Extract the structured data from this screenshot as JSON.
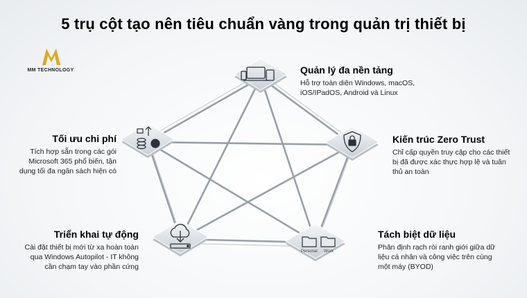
{
  "title": "5 trụ cột tạo nên tiêu chuẩn vàng trong quản trị thiết bị",
  "logo": {
    "mark": "M",
    "text": "MM TECHNOLOGY"
  },
  "pillars": [
    {
      "title": "Quản lý đa nền tảng",
      "text": "Hỗ trợ toàn diện Windows, macOS, iOS/IPadOS, Android và Linux",
      "icon": "devices-icon"
    },
    {
      "title": "Kiến trúc Zero Trust",
      "text": "Chỉ cấp quyền truy cập cho các thiết bị đã được xác thực hợp lệ và tuân thủ an toàn",
      "icon": "shield-lock-icon"
    },
    {
      "title": "Tách biệt dữ liệu",
      "text": "Phân định rạch ròi ranh giới giữa dữ liệu cá nhân và công việc trên cùng một máy (BYOD)",
      "icon": "folders-icon",
      "folder_labels": [
        "Personal",
        "Work"
      ]
    },
    {
      "title": "Triển khai tự động",
      "text": "Cài đặt thiết bị mới từ xa hoàn toàn qua Windows Autopilot - IT không cần chạm tay vào phần cứng",
      "icon": "cloud-download-icon"
    },
    {
      "title": "Tối ưu chi phí",
      "text": "Tích hợp sẵn trong các gói Microsoft 365 phổ biến, tận dụng tối đa ngân sách hiện có",
      "icon": "cost-coins-icon"
    }
  ],
  "colors": {
    "accent": "#e0a81c",
    "line": "#8d949b",
    "tile": "#dfe4e8"
  }
}
